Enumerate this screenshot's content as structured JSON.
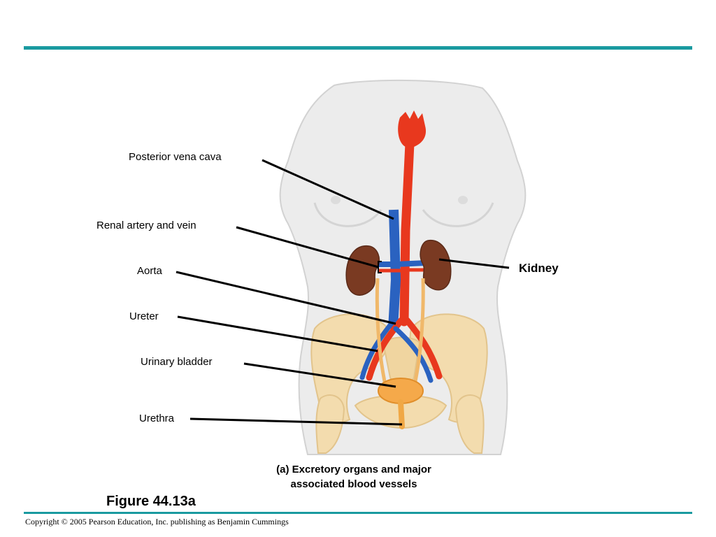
{
  "labels": {
    "posterior_vena_cava": "Posterior vena cava",
    "renal_artery_vein": "Renal artery and vein",
    "aorta": "Aorta",
    "ureter": "Ureter",
    "urinary_bladder": "Urinary bladder",
    "urethra": "Urethra",
    "kidney": "Kidney"
  },
  "caption": {
    "line1": "(a) Excretory organs and major",
    "line2": "associated blood vessels"
  },
  "figure_number": "Figure 44.13a",
  "copyright": "Copyright © 2005 Pearson Education, Inc. publishing as Benjamin Cummings",
  "colors": {
    "accent_rule": "#1a9aa0",
    "artery": "#e8381e",
    "vein": "#2a62c0",
    "kidney": "#7a3a22",
    "ureter": "#f0b86a",
    "bone": "#f3dcae",
    "body": "#ececec"
  }
}
